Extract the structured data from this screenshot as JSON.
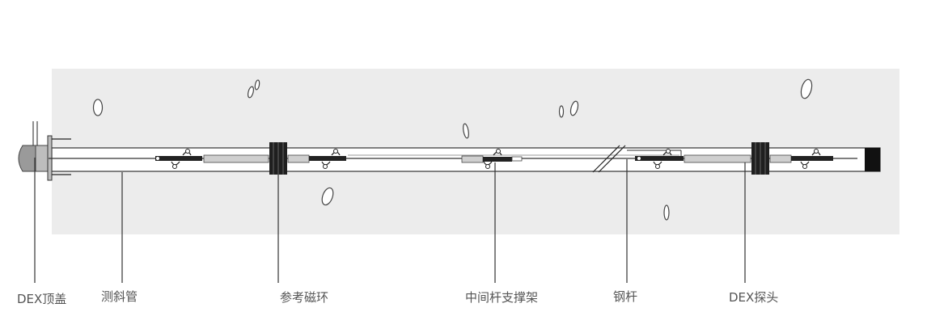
{
  "labels": {
    "cap": "DEX顶盖",
    "inclinometer_tube": "测斜管",
    "reference_ring": "参考磁环",
    "middle_rod_support": "中间杆支撑架",
    "steel_rod": "钢杆",
    "dex_probe": "DEX探头"
  },
  "colors": {
    "ground": "#ececec",
    "line": "#222222",
    "ring": "#1f1f1f",
    "gray_rod": "#cfcfcf",
    "cap": "#9a9a9a",
    "label_text": "#555555"
  }
}
